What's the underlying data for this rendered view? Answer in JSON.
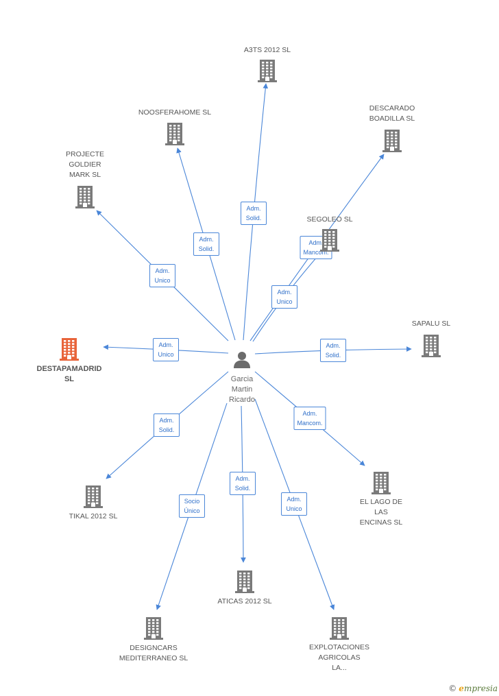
{
  "colors": {
    "edge": "#4a86d8",
    "building": "#7a7a7a",
    "building_main": "#e8643a",
    "person": "#6b6b6b"
  },
  "person": {
    "name": "Garcia\nMartin\nRicardo",
    "icon": "person-icon"
  },
  "companies": [
    {
      "id": "a3ts",
      "label": "A3TS 2012 SL",
      "main": false
    },
    {
      "id": "noosferahome",
      "label": "NOOSFERAHOME SL",
      "main": false
    },
    {
      "id": "descarado",
      "label": "DESCARADO\nBOADILLA  SL",
      "main": false
    },
    {
      "id": "projecte",
      "label": "PROJECTE\nGOLDIER\nMARK  SL",
      "main": false
    },
    {
      "id": "segoleo",
      "label": "SEGOLEO SL",
      "main": false
    },
    {
      "id": "sapalu",
      "label": "SAPALU SL",
      "main": false
    },
    {
      "id": "destapamadrid",
      "label": "DESTAPAMADRID\nSL",
      "main": true
    },
    {
      "id": "tikal",
      "label": "TIKAL 2012 SL",
      "main": false
    },
    {
      "id": "ellago",
      "label": "EL LAGO DE\nLAS\nENCINAS  SL",
      "main": false
    },
    {
      "id": "aticas",
      "label": "ATICAS 2012 SL",
      "main": false
    },
    {
      "id": "designcars",
      "label": "DESIGNCARS\nMEDITERRANEO SL",
      "main": false
    },
    {
      "id": "explotaciones",
      "label": "EXPLOTACIONES\nAGRICOLAS\nLA...",
      "main": false
    }
  ],
  "edges": [
    {
      "to": "a3ts",
      "label": "Adm.\nSolid."
    },
    {
      "to": "noosferahome",
      "label": "Adm.\nSolid."
    },
    {
      "to": "descarado",
      "label": "Adm.\nMancom."
    },
    {
      "to": "projecte",
      "label": "Adm.\nUnico"
    },
    {
      "to": "segoleo",
      "label": "Adm.\nUnico"
    },
    {
      "to": "sapalu",
      "label": "Adm.\nSolid."
    },
    {
      "to": "destapamadrid",
      "label": "Adm.\nUnico"
    },
    {
      "to": "tikal",
      "label": "Adm.\nSolid."
    },
    {
      "to": "ellago",
      "label": "Adm.\nMancom."
    },
    {
      "to": "aticas",
      "label": "Adm.\nSolid."
    },
    {
      "to": "designcars",
      "label": "Socio\nÚnico"
    },
    {
      "to": "explotaciones",
      "label": "Adm.\nUnico"
    }
  ],
  "watermark": {
    "symbol": "©",
    "brand_initial": "e",
    "brand_rest": "mpresia"
  }
}
